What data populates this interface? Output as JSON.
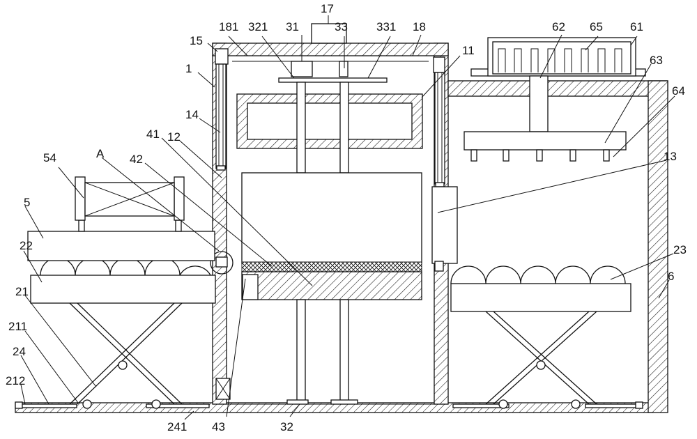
{
  "labels": {
    "l17": "17",
    "l181": "181",
    "l321": "321",
    "l31": "31",
    "l33": "33",
    "l331": "331",
    "l18": "18",
    "l15": "15",
    "l62": "62",
    "l65": "65",
    "l61": "61",
    "l11": "11",
    "l63": "63",
    "l64": "64",
    "l1": "1",
    "l14": "14",
    "l41": "41",
    "l12": "12",
    "l54": "54",
    "lA": "A",
    "l42": "42",
    "l13": "13",
    "l5": "5",
    "l22": "22",
    "l23": "23",
    "l6": "6",
    "l21": "21",
    "l211": "211",
    "l24": "24",
    "l212": "212",
    "l241": "241",
    "l43": "43",
    "l32": "32"
  }
}
